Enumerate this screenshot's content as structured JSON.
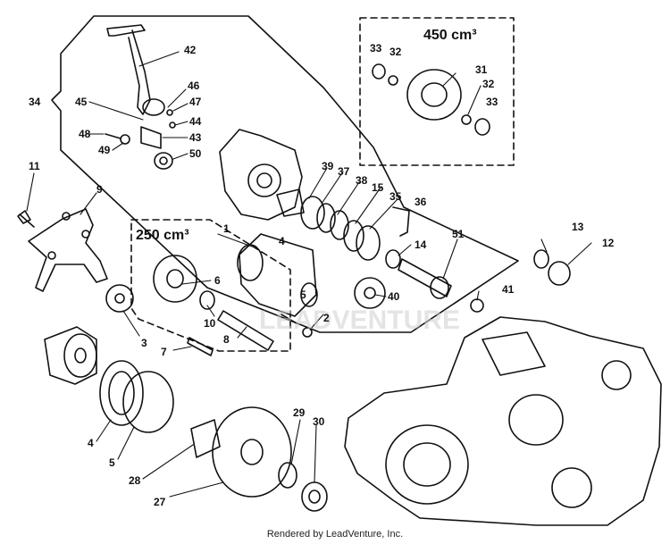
{
  "variant_boxes": {
    "cc450": "450 cm³",
    "cc250": "250 cm³"
  },
  "callouts": [
    "42",
    "46",
    "47",
    "45",
    "44",
    "43",
    "48",
    "49",
    "50",
    "34",
    "33",
    "32",
    "31",
    "32",
    "33",
    "39",
    "37",
    "38",
    "15",
    "35",
    "36",
    "14",
    "51",
    "40",
    "41",
    "11",
    "9",
    "1",
    "4",
    "6",
    "5",
    "10",
    "2",
    "8",
    "7",
    "3",
    "13",
    "12",
    "4",
    "5",
    "28",
    "27",
    "29",
    "30"
  ],
  "watermark": "LEADVENTURE",
  "footer": "Rendered by LeadVenture, Inc."
}
